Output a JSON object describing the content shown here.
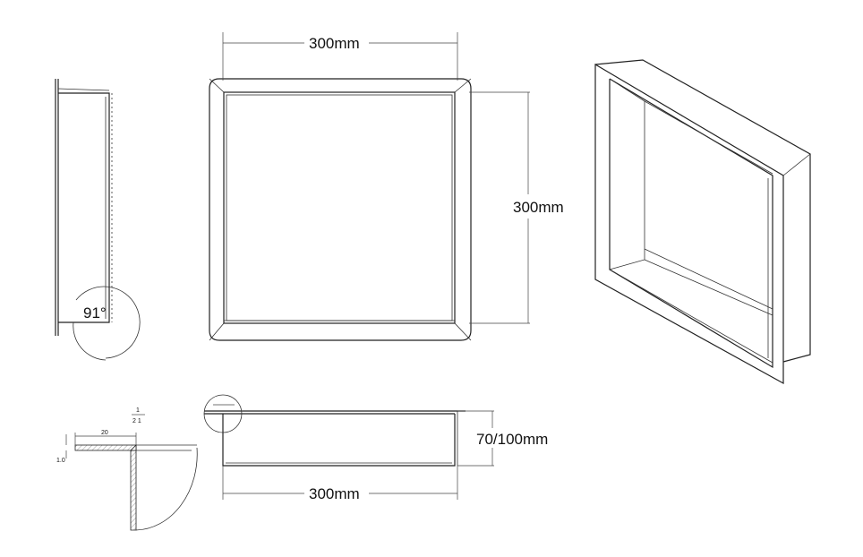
{
  "dimensions": {
    "front_width": "300mm",
    "front_height": "300mm",
    "bottom_width": "300mm",
    "depth": "70/100mm",
    "angle": "91°"
  },
  "detail": {
    "flange_width": "20",
    "thickness": "1.0"
  },
  "line_color": "#222222"
}
